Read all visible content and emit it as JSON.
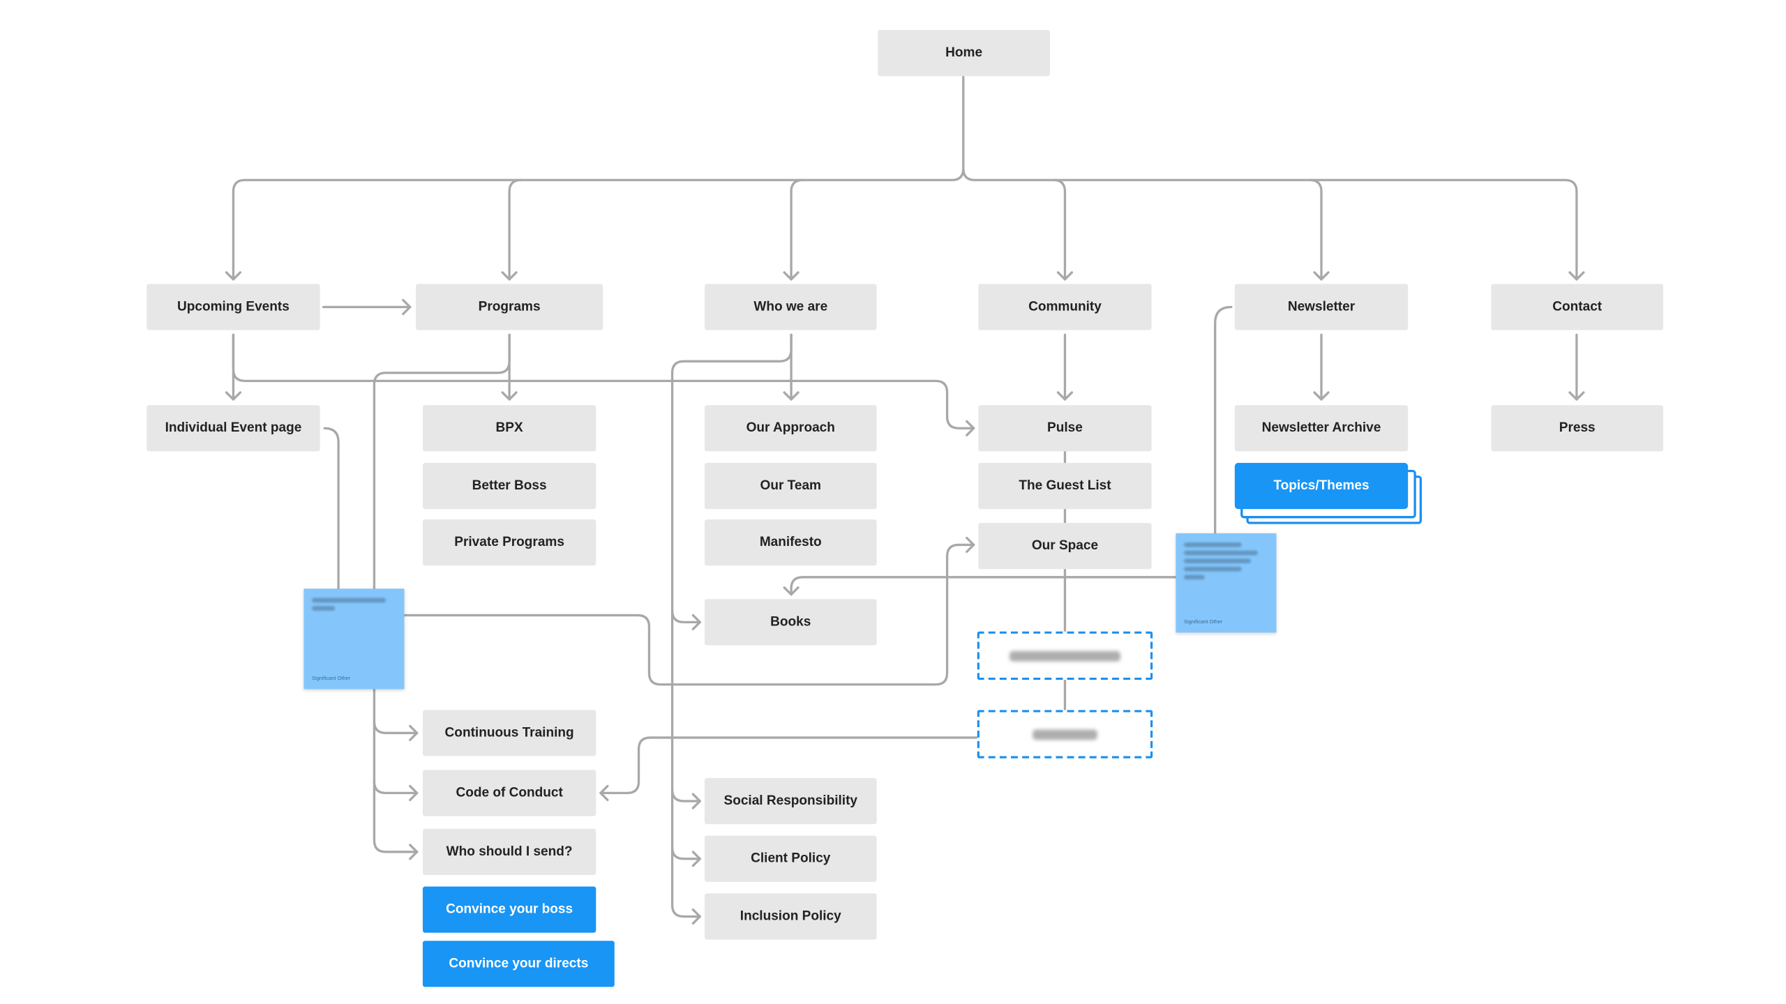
{
  "nodes": {
    "home": "Home",
    "upcoming_events": "Upcoming Events",
    "programs": "Programs",
    "who_we_are": "Who we are",
    "community": "Community",
    "newsletter": "Newsletter",
    "contact": "Contact",
    "individual_event_page": "Individual Event page",
    "bpx": "BPX",
    "better_boss": "Better Boss",
    "private_programs": "Private Programs",
    "our_approach": "Our Approach",
    "our_team": "Our Team",
    "manifesto": "Manifesto",
    "books": "Books",
    "pulse": "Pulse",
    "the_guest_list": "The Guest List",
    "our_space": "Our Space",
    "newsletter_archive": "Newsletter Archive",
    "topics_themes": "Topics/Themes",
    "press": "Press",
    "continuous_training": "Continuous Training",
    "code_of_conduct": "Code of Conduct",
    "who_should_i_send": "Who should I send?",
    "convince_your_boss": "Convince your boss",
    "convince_your_directs": "Convince your directs",
    "social_responsibility": "Social Responsibility",
    "client_policy": "Client Policy",
    "inclusion_policy": "Inclusion Policy"
  },
  "sticky_notes": {
    "left_author": "Significant Other",
    "right_author": "Significant Other"
  },
  "colors": {
    "node_fill": "#e7e7e7",
    "accent_blue": "#1895f5",
    "dashed_border": "#1b8ff0",
    "sticky_fill": "#84c6fb",
    "connector": "#a8a8a8"
  }
}
